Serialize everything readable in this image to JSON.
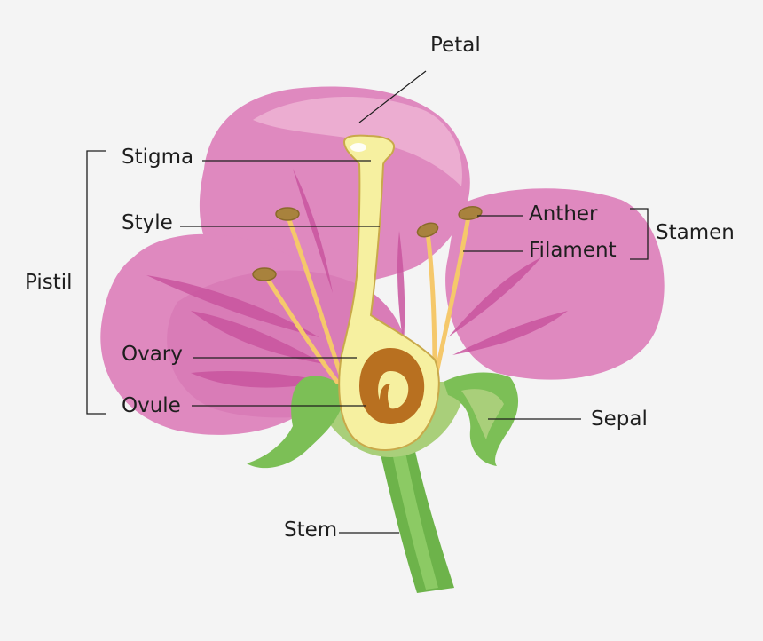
{
  "labels": {
    "petal": "Petal",
    "stigma": "Stigma",
    "style": "Style",
    "pistil": "Pistil",
    "ovary": "Ovary",
    "ovule": "Ovule",
    "anther": "Anther",
    "filament": "Filament",
    "stamen": "Stamen",
    "sepal": "Sepal",
    "stem": "Stem"
  },
  "colors": {
    "background": "#f4f4f4",
    "petal_main": "#df89bf",
    "petal_light": "#edb1d3",
    "petal_vein": "#c9559f",
    "pistil": "#f6f0a0",
    "pistil_outline": "#c9a94a",
    "ovary_brown": "#b87020",
    "filament": "#f5c86b",
    "anther": "#a8823d",
    "sepal_green": "#7cbf56",
    "sepal_light": "#a9cf7a",
    "stem_green": "#6db34a",
    "leader_line": "#1e1e1e"
  }
}
